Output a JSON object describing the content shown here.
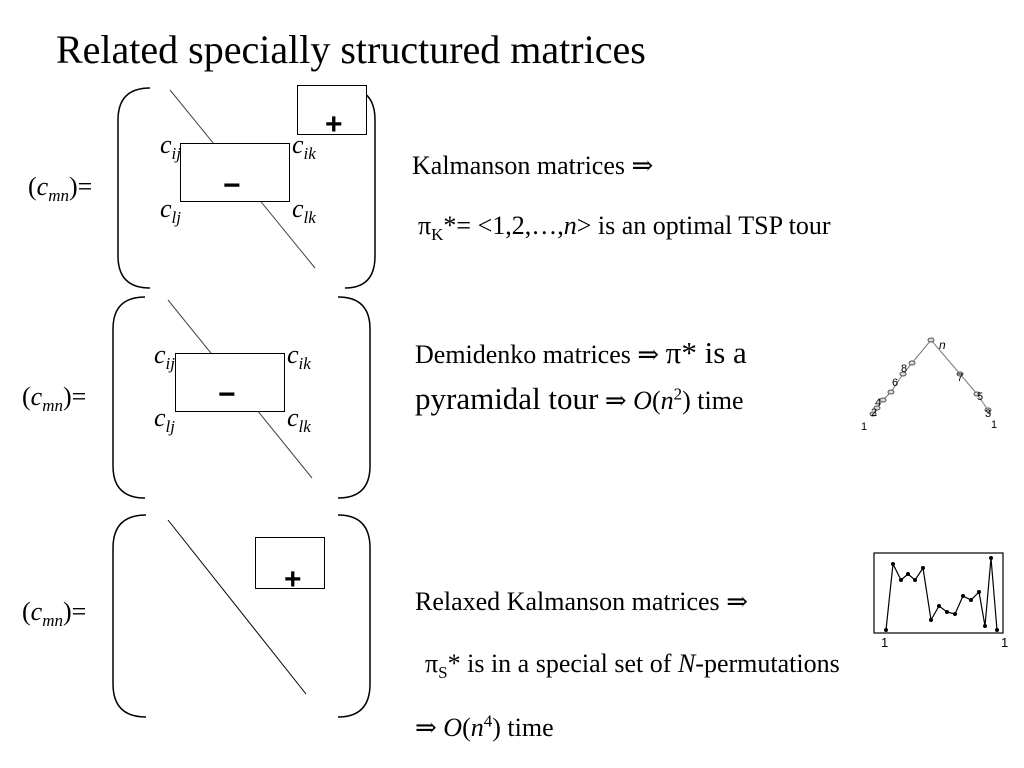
{
  "title": "Related specially structured matrices",
  "symbols": {
    "implies": "⇒",
    "pi": "π",
    "plus": "+",
    "minus": "−"
  },
  "matrix_label": {
    "open": "(",
    "var": "c",
    "sub": "mn",
    "close": ")="
  },
  "cells": {
    "c": "c",
    "ij": "ij",
    "ik": "ik",
    "lj": "lj",
    "lk": "lk"
  },
  "rows": {
    "kalmanson": {
      "line1": "Kalmanson matrices",
      "line2_pi_sub": "K",
      "line2_mid": "*= <1,2,…,",
      "line2_n": "n",
      "line2_end": "> is an optimal TSP tour"
    },
    "demidenko": {
      "line1": "Demidenko matrices",
      "line1_end": "* is a",
      "line2": "pyramidal tour",
      "line2_O": "O",
      "line2_n": "n",
      "line2_exp": "2",
      "line2_end": ") time"
    },
    "relaxed": {
      "line1": "Relaxed Kalmanson matrices",
      "line2_pi_sub": "S",
      "line2_mid": "* is in a special set of",
      "line2_N": "N",
      "line2_end": "-permutations",
      "line3_O": "O",
      "line3_n": "n",
      "line3_exp": "4",
      "line3_end": ") time"
    }
  },
  "pyramid_labels": {
    "top": "n",
    "left_bottom": "1",
    "right_bottom": "1",
    "l1": "2",
    "l2": "4",
    "l3": "6",
    "l4": "8",
    "r1": "7",
    "r2": "5",
    "r3": "3"
  },
  "tour_labels": {
    "left": "1",
    "right": "1"
  }
}
